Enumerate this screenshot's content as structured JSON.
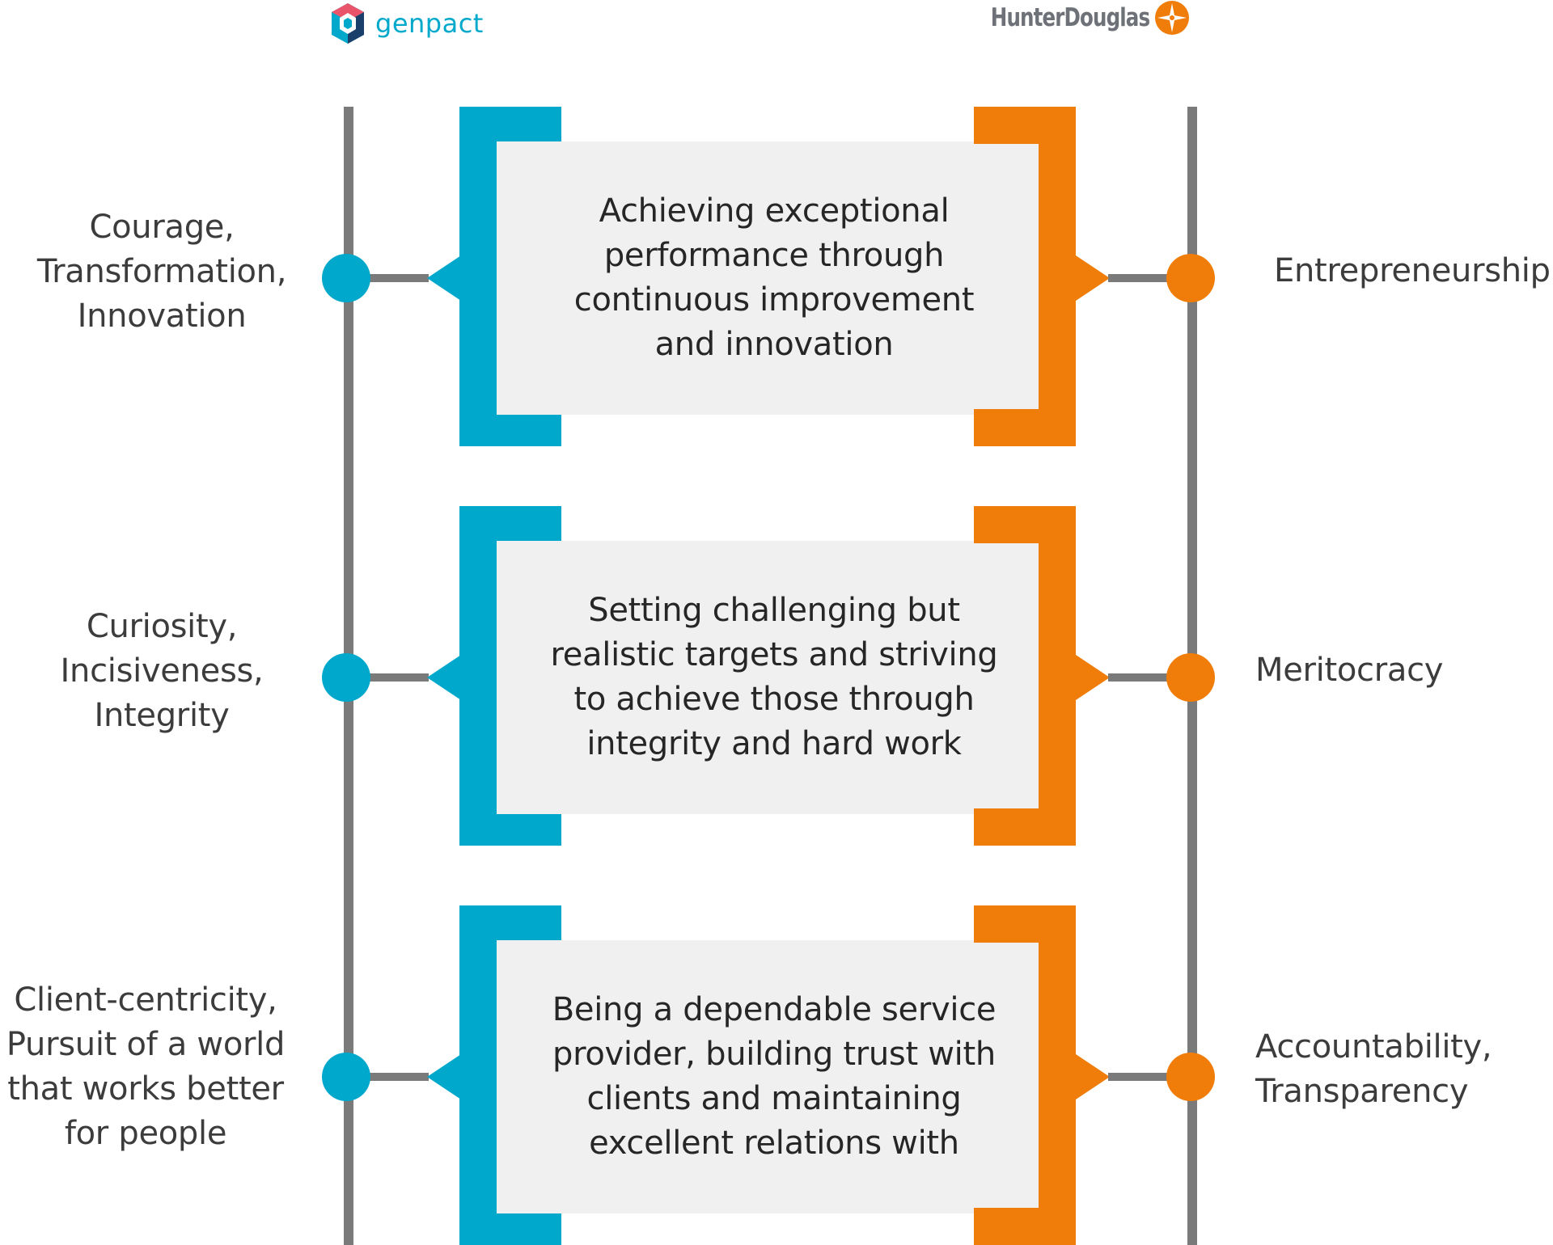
{
  "logos": {
    "left": {
      "wordmark": "genpact",
      "icon": "genpact-g-icon"
    },
    "right": {
      "wordmark": "HunterDouglas",
      "icon": "hunter-douglas-star-icon"
    }
  },
  "colors": {
    "genpact_blue": "#00a8cc",
    "hunter_douglas_orange": "#f07d0a",
    "rail_gray": "#7a7a7a",
    "box_fill": "#f0f0f0"
  },
  "rows": [
    {
      "left_label": "Courage,\nTransformation,\nInnovation",
      "center_text": "Achieving exceptional\nperformance through\ncontinuous improvement\nand innovation",
      "right_label": "Entrepreneurship"
    },
    {
      "left_label": "Curiosity,\nIncisiveness,\nIntegrity",
      "center_text": "Setting challenging but\nrealistic targets and striving\nto achieve those through\nintegrity and hard work",
      "right_label": "Meritocracy"
    },
    {
      "left_label": "Client-centricity,\nPursuit of a world\nthat works better\nfor people",
      "center_text": "Being a dependable service\nprovider, building trust with\nclients and maintaining\nexcellent relations with",
      "right_label": "Accountability,\nTransparency"
    }
  ]
}
